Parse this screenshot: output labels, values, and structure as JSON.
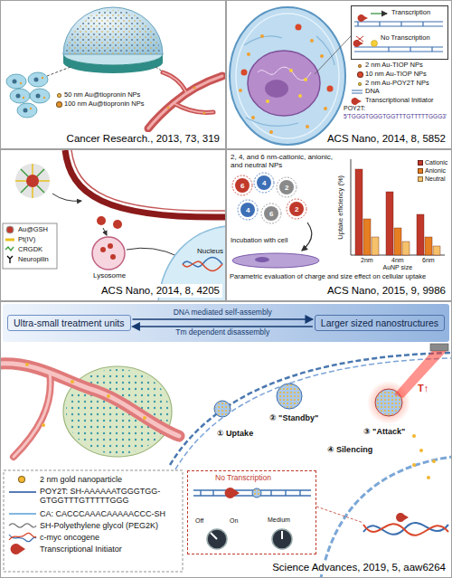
{
  "diagram": {
    "nodes": [
      {
        "text": [
          "Cancer Research., 2013, 73, 319"
        ]
      },
      {
        "text": [
          "ACS Nano, 2014, 8, 5852"
        ]
      },
      {
        "text": [
          "Transcription",
          "No Transcription"
        ],
        "in": 1
      },
      {
        "text": [
          "ACS Nano, 2014, 8, 4205"
        ]
      },
      {
        "text": [
          "ACS Nano, 2015, 9, 9986"
        ]
      },
      {
        "text": [
          "Science Advances, 2019, 5, aaw6264"
        ]
      },
      {
        "text": [
          "Ultra-small treatment units"
        ],
        "in": 5
      },
      {
        "text": [
          "Larger sized nanostructures"
        ],
        "in": 5
      },
      {
        "text": [
          "No Transcription",
          "Off",
          "On",
          "Medium"
        ],
        "in": 5
      }
    ],
    "edges": [
      {
        "from": 6,
        "to": 7,
        "arrow": "to",
        "label": "DNA mediated self-assembly"
      },
      {
        "from": 7,
        "to": 6,
        "arrow": "to",
        "label": "Tm dependent disassembly"
      }
    ],
    "labels": [
      "POY2T:",
      "5'TGGGTGGGTGGTTTGTTTTTGGG3'",
      "Lysosome",
      "Nucleus",
      "2, 4, and 6 nm-cationic, anionic, and neutral NPs",
      "6",
      "4",
      "2",
      "4",
      "6",
      "2",
      "Incubation with cell",
      "Uptake efficiency (%)",
      "2nm",
      "4nm",
      "6nm",
      "AuNP size",
      "Parametric evaluation of charge and size effect on cellular uptake",
      "① Uptake",
      "② \"Standby\"",
      "③ \"Attack\"",
      "T↑",
      "④ Silencing"
    ],
    "legend": [
      {
        "text": "50 nm Au@tiopronin NPs",
        "color": "#f2b84b"
      },
      {
        "text": "100 nm Au@tiopronin NPs",
        "color": "#e0922e"
      },
      {
        "text": "2 nm Au-TIOP NPs",
        "color": "#f0a030"
      },
      {
        "text": "10 nm Au-TIOP NPs",
        "color": "#d9482b"
      },
      {
        "text": "2 nm Au-POY2T NPs",
        "color": "#f7d038"
      },
      {
        "text": "DNA"
      },
      {
        "text": "Transcriptional Initiator"
      },
      {
        "text": "Au@GSH"
      },
      {
        "text": "Pt(IV)"
      },
      {
        "text": "CRGDK"
      },
      {
        "text": "Neuropilin"
      },
      {
        "text": "Cationic",
        "color": "#c0392b"
      },
      {
        "text": "Anionic",
        "color": "#e67e22"
      },
      {
        "text": "Neutral",
        "color": "#f5c26b"
      },
      {
        "text": "2 nm gold nanoparticle",
        "color": "#f2b630"
      },
      {
        "text": "POY2T: SH-AAAAAATGGGTGG-GTGGTTTGTTTTTGGG"
      },
      {
        "text": "CA: CACCCAAACAAAAACCC-SH"
      },
      {
        "text": "SH-Polyethylene glycol (PEG2K)"
      },
      {
        "text": "c-myc oncogene"
      },
      {
        "text": "Transcriptional Initiator"
      }
    ]
  }
}
